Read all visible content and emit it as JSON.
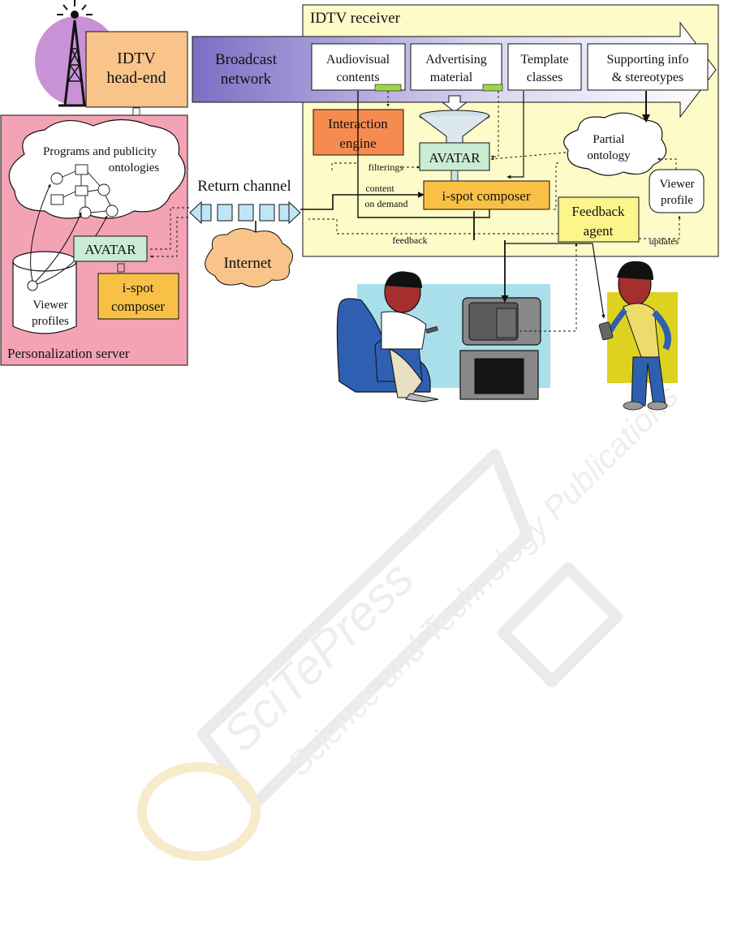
{
  "receiver": {
    "title": "IDTV receiver"
  },
  "headend": {
    "line1": "IDTV",
    "line2": "head-end"
  },
  "broadcast": {
    "line1": "Broadcast",
    "line2": "network"
  },
  "content_boxes": {
    "audiovisual": {
      "line1": "Audiovisual",
      "line2": "contents"
    },
    "advertising": {
      "line1": "Advertising",
      "line2": "material"
    },
    "template": {
      "line1": "Template",
      "line2": "classes"
    },
    "supporting": {
      "line1": "Supporting info",
      "line2": "& stereotypes"
    }
  },
  "interaction_engine": {
    "line1": "Interaction",
    "line2": "engine"
  },
  "avatar_receiver": "AVATAR",
  "partial_ontology": {
    "line1": "Partial",
    "line2": "ontology"
  },
  "viewer_profile": {
    "line1": "Viewer",
    "line2": "profile"
  },
  "ispot_receiver": "i-spot composer",
  "feedback_agent": {
    "line1": "Feedback",
    "line2": "agent"
  },
  "labels": {
    "filterings": "filterings",
    "content": "content",
    "on_demand": "on demand",
    "feedback": "feedback",
    "updates": "updates",
    "return_channel": "Return channel",
    "internet": "Internet"
  },
  "server": {
    "title": "Personalization server",
    "ontologies_line1": "Programs and publicity",
    "ontologies_line2": "ontologies",
    "avatar": "AVATAR",
    "profiles_line1": "Viewer",
    "profiles_line2": "profiles",
    "ispot_line1": "i-spot",
    "ispot_line2": "composer"
  },
  "watermark": {
    "line1": "SciTePress",
    "line2": "Science and Technology Publications"
  },
  "colors": {
    "receiver_bg": "#fdfbc8",
    "server_bg": "#f4a3b4",
    "headend": "#f8c48a",
    "interaction": "#f68b50",
    "avatar": "#c9ecd2",
    "ispot": "#f8c145",
    "feedback_agent": "#fbf58b",
    "channel": "#bfe6f7",
    "internet": "#f8c48a",
    "scene_bg": "#a9dfea",
    "person_bg": "#dcd21f",
    "tower_halo": "#c07fd0"
  }
}
